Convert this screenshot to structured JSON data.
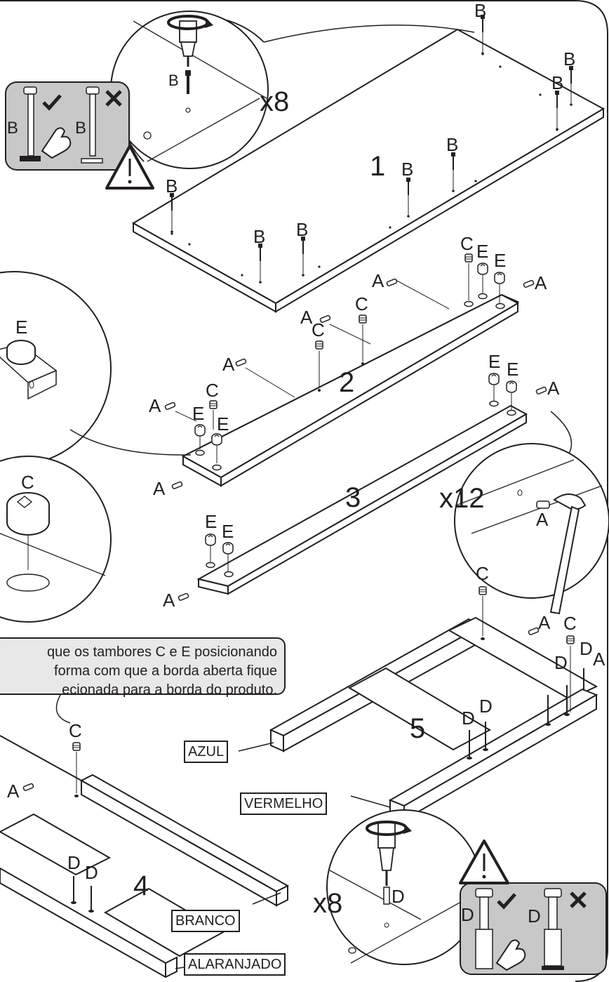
{
  "step_numbers": {
    "panel_1": "1",
    "panel_2": "2",
    "panel_3": "3",
    "panel_4": "4",
    "panel_5": "5"
  },
  "quantities": {
    "screws_top": "x8",
    "dowels": "x12",
    "screws_bottom": "x8"
  },
  "part_letters": {
    "a": "A",
    "b": "B",
    "c": "C",
    "d": "D",
    "e": "E"
  },
  "note": {
    "line1": "que os tambores C e E posicionando",
    "line2": "forma com que a borda aberta fique",
    "line3": "ecionada para a borda do produto."
  },
  "color_tags": {
    "azul": "AZUL",
    "vermelho": "VERMELHO",
    "branco": "BRANCO",
    "alaranjado": "ALARANJADO"
  },
  "icons": [
    "screwdriver-icon",
    "rotate-arrow-icon",
    "hammer-icon",
    "hand-pointer-icon",
    "warning-triangle-icon",
    "check-icon",
    "cross-icon"
  ],
  "colors": {
    "ink": "#231f20",
    "panel_gray": "#d0d0d0",
    "box_gray": "#c8c8c8",
    "note_bg": "#e8e8e8"
  }
}
